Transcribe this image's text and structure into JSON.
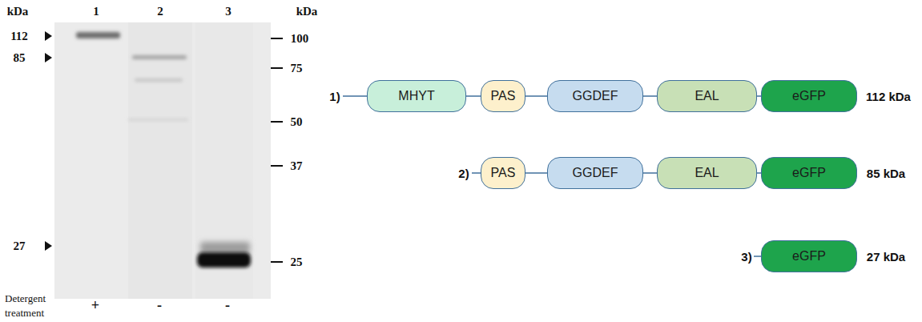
{
  "diagram": {
    "nodes": [
      {
        "text": [
          "MHYT"
        ]
      },
      {
        "text": [
          "PAS"
        ]
      },
      {
        "text": [
          "GGDEF"
        ]
      },
      {
        "text": [
          "EAL"
        ]
      },
      {
        "text": [
          "eGFP"
        ]
      },
      {
        "text": [
          "PAS"
        ]
      },
      {
        "text": [
          "GGDEF"
        ]
      },
      {
        "text": [
          "EAL"
        ]
      },
      {
        "text": [
          "eGFP"
        ]
      },
      {
        "text": [
          "eGFP"
        ]
      }
    ],
    "edges": [
      {
        "from": 0,
        "to": 1,
        "arrow": "none"
      },
      {
        "from": 1,
        "to": 2,
        "arrow": "none"
      },
      {
        "from": 2,
        "to": 3,
        "arrow": "none"
      },
      {
        "from": 3,
        "to": 4,
        "arrow": "none"
      },
      {
        "from": 5,
        "to": 6,
        "arrow": "none"
      },
      {
        "from": 6,
        "to": 7,
        "arrow": "none"
      },
      {
        "from": 7,
        "to": 8,
        "arrow": "none"
      }
    ],
    "labels": [
      "kDa",
      "1",
      "2",
      "3",
      "kDa",
      "112",
      "85",
      "27",
      "100",
      "75",
      "50",
      "37",
      "25",
      "Detergent treatment",
      "+",
      "-",
      "-",
      "1)",
      "112 kDa",
      "2)",
      "85 kDa",
      "3)",
      "27 kDa"
    ]
  }
}
